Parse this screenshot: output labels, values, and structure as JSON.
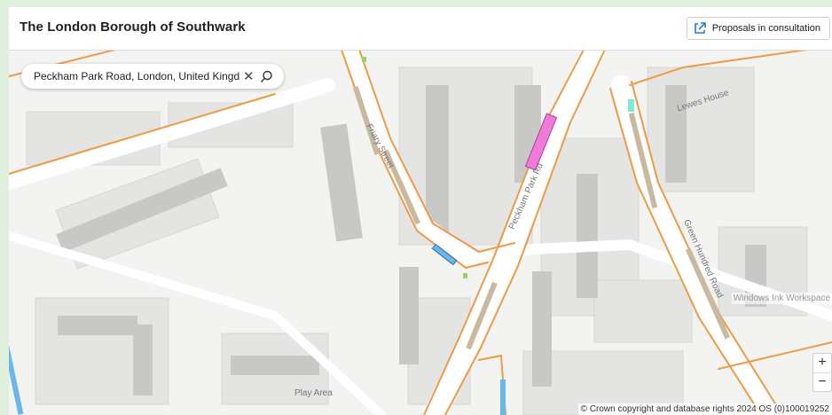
{
  "header": {
    "title": "The London Borough of Southwark",
    "consult_label": "Proposals in consultation"
  },
  "search": {
    "value": "Peckham Park Road, London, United Kingdom",
    "clear_glyph": "✕"
  },
  "map": {
    "labels": {
      "road1": "Peckham Park Rd",
      "road2": "Friary Street",
      "road3": "Green Hundred Road",
      "building": "Lewes House",
      "area": "Play Area"
    },
    "attribution": "© Crown copyright and database rights 2024 OS (0)100019252",
    "overlay_text": "Windows Ink Workspace",
    "icons": [
      "external-link-icon",
      "search-icon",
      "close-icon",
      "zoom-in-icon",
      "zoom-out-icon"
    ]
  },
  "zoom": {
    "in_label": "+",
    "out_label": "−"
  },
  "colors": {
    "road_outline": "#ef9a45",
    "restriction_pink": "#f07ad8",
    "restriction_blue": "#6ab7ea",
    "bay_tan": "#c9b9a1"
  }
}
